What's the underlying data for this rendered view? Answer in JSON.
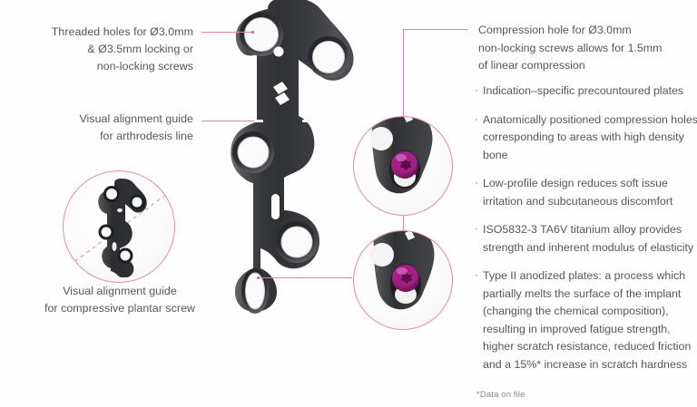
{
  "figure": {
    "type": "medical-implant-annotated-diagram",
    "subject": "anodized titanium bone plate with compression holes"
  },
  "colors": {
    "leader_line": "#e3849f",
    "circle_outline": "#e08fa8",
    "screw_head": "#b3238f",
    "text": "#575757",
    "footnote": "#8a8a8a",
    "plate_dark": "#2f3033",
    "background": "#ffffff"
  },
  "left_callouts": [
    {
      "id": "threaded-holes",
      "lines": [
        "Threaded holes for Ø3.0mm",
        "& Ø3.5mm locking or",
        "non-locking screws"
      ]
    },
    {
      "id": "arthrodesis-guide",
      "lines": [
        "Visual alignment guide",
        "for arthrodesis line"
      ]
    }
  ],
  "bottom_left_callout": {
    "id": "plantar-screw-guide",
    "lines": [
      "Visual alignment guide",
      "for compressive plantar screw"
    ]
  },
  "right_callout": {
    "id": "compression-hole",
    "lines": [
      "Compression hole for Ø3.0mm",
      "non-locking screws allows for 1.5mm",
      "of linear compression"
    ]
  },
  "features": {
    "bullet_char": "·",
    "items": [
      "Indication–specific precountoured plates",
      "Anatomically positioned compression holes corresponding to areas with high density bone",
      "Low-profile design reduces soft issue irritation and subcutaneous discomfort",
      "ISO5832-3 TA6V titanium alloy provides strength and inherent modulus of elasticity",
      "Type II anodized plates: a process which partially melts the surface of the implant (changing the chemical composition), resulting in improved fatigue strength, higher scratch resistance, reduced friction and a 15%* increase in scratch hardness"
    ]
  },
  "footnote": "*Data on file",
  "icons": {
    "main_plate": "bone-plate-icon",
    "mini_plate": "bone-plate-mini-icon",
    "screw_top": "anodized-screw-head-icon",
    "screw_bottom": "anodized-screw-head-icon",
    "trajectory": "dashed-trajectory-line-icon"
  }
}
